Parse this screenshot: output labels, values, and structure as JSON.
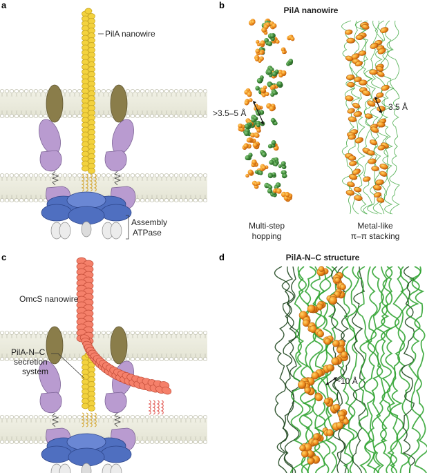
{
  "panels": {
    "a": {
      "letter": "a",
      "nanowire_label": "PilA nanowire",
      "atpase_label_line1": "Assembly",
      "atpase_label_line2": "ATPase"
    },
    "b": {
      "letter": "b",
      "title": "PilA nanowire",
      "left_distance": ">3.5–5 Å",
      "right_distance": "3.5 Å",
      "left_caption_line1": "Multi-step",
      "left_caption_line2": "hopping",
      "right_caption_line1": "Metal-like",
      "right_caption_line2": "π–π stacking"
    },
    "c": {
      "letter": "c",
      "nanowire_label": "OmcS nanowire",
      "secretion_line1": "PilA-N–C",
      "secretion_line2": "secretion",
      "secretion_line3": "system"
    },
    "d": {
      "letter": "d",
      "title": "PilA-N–C structure",
      "distance": "~10 Å"
    }
  },
  "colors": {
    "pila_yellow": "#f3d23e",
    "omcs_salmon": "#f5806a",
    "olive": "#8a7d4a",
    "lavender": "#b99bd0",
    "atpase_blue": "#4f6fc0",
    "heme_orange": "#ee8a1e",
    "heme_green": "#3f8a3a",
    "ribbon_green": "#35a336",
    "membrane_band": "#ececdf"
  }
}
